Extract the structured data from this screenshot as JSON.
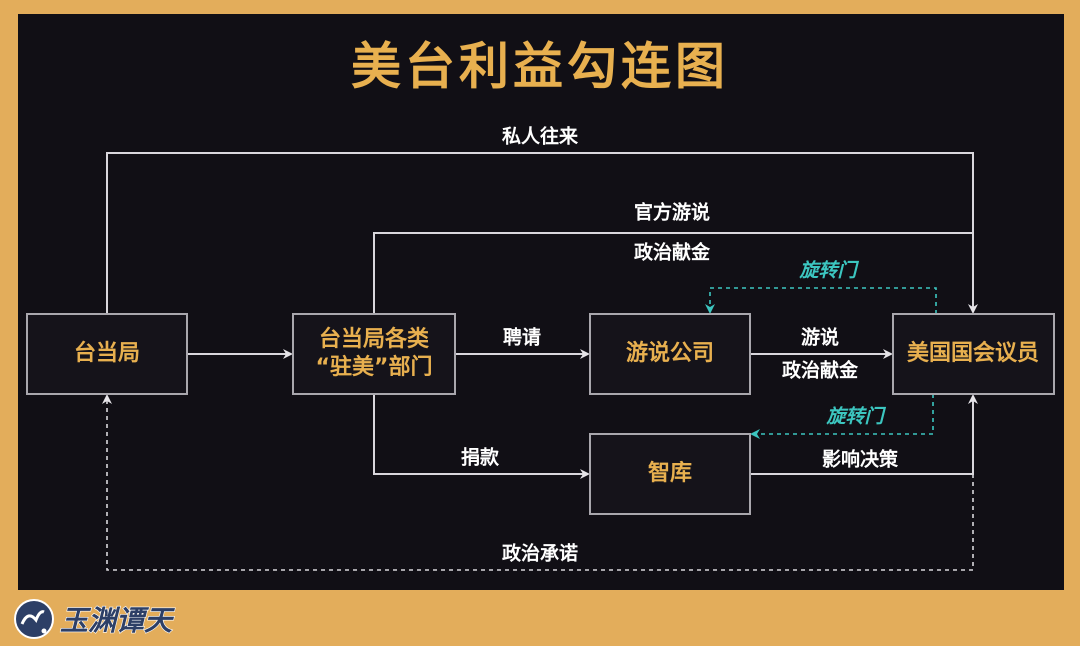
{
  "title": "美台利益勾连图",
  "nodes": {
    "taiwan_authority": "台当局",
    "us_departments_line1": "台当局各类",
    "us_departments_line2": "“驻美”部门",
    "lobby_firm": "游说公司",
    "congress": "美国国会议员",
    "think_tank": "智库"
  },
  "edges": {
    "private_contact": "私人往来",
    "official_lobby": "官方游说",
    "political_donation_top": "政治献金",
    "hire": "聘请",
    "lobby": "游说",
    "political_donation_mid": "政治献金",
    "revolving_door_top": "旋转门",
    "revolving_door_bottom": "旋转门",
    "donate": "捐款",
    "influence_policy": "影响决策",
    "political_promise": "政治承诺"
  },
  "logo": "玉渊谭天",
  "colors": {
    "accent": "#e8b04f",
    "teal": "#3cc6c0",
    "panel": "#15131a",
    "frame": "#e3ad5b"
  }
}
